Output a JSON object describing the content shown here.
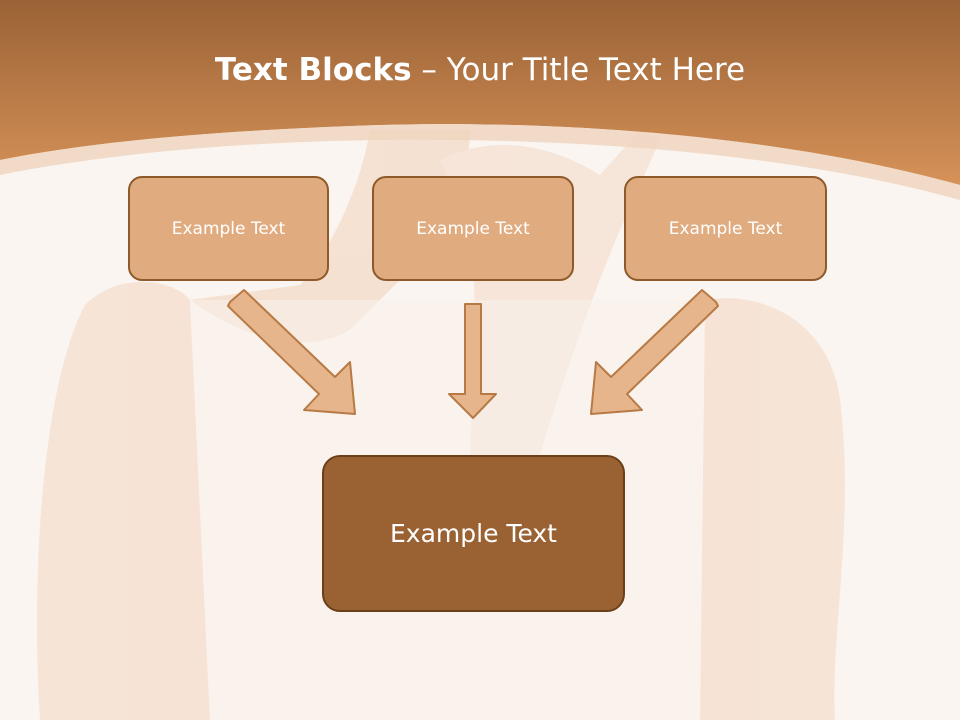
{
  "slide": {
    "title_bold": "Text Blocks",
    "title_dash": " – ",
    "title_rest": "Your Title Text Here"
  },
  "blocks": [
    {
      "label": "Example Text"
    },
    {
      "label": "Example Text"
    },
    {
      "label": "Example Text"
    }
  ],
  "center_block": {
    "label": "Example Text"
  },
  "colors": {
    "header": "#c9864f",
    "block_fill": "#e0ab7f",
    "center_fill": "#9a6233",
    "arrow_fill": "#e6b58c"
  }
}
